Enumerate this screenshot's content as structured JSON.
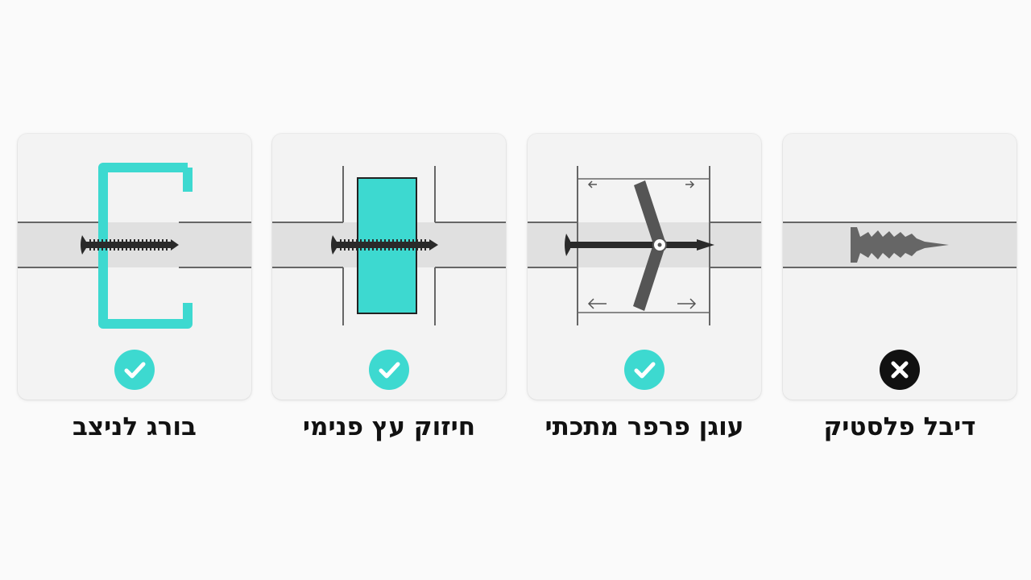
{
  "options": [
    {
      "label": "בורג לניצב",
      "status": "check-icon",
      "status_color": "#3dd9d0"
    },
    {
      "label": "חיזוק עץ פנימי",
      "status": "check-icon",
      "status_color": "#3dd9d0"
    },
    {
      "label": "עוגן פרפר מתכתי",
      "status": "check-icon",
      "status_color": "#3dd9d0"
    },
    {
      "label": "דיבל פלסטיק",
      "status": "x-icon",
      "status_color": "#111111"
    }
  ],
  "colors": {
    "accent": "#3dd9d0",
    "screw": "#2a2a2a",
    "plug": "#666666",
    "wall_band": "#e0e0e0"
  }
}
